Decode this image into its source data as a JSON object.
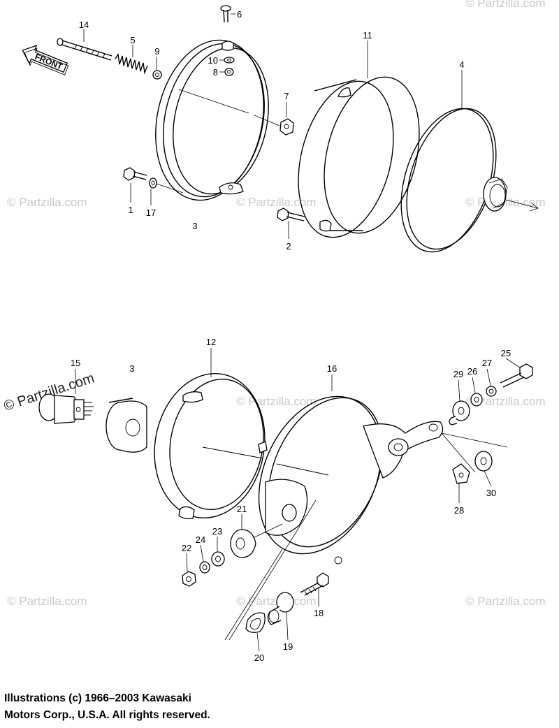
{
  "diagram": {
    "front_label": "FRONT",
    "watermark": "© Partzilla.com",
    "callouts": {
      "p1": "1",
      "p2": "2",
      "p3": "3",
      "p3b": "3",
      "p4": "4",
      "p5": "5",
      "p6": "6",
      "p7": "7",
      "p8": "8",
      "p9": "9",
      "p10": "10",
      "p11": "11",
      "p12": "12",
      "p14": "14",
      "p15": "15",
      "p16": "16",
      "p17": "17",
      "p18": "18",
      "p19": "19",
      "p20": "20",
      "p21": "21",
      "p22": "22",
      "p23": "23",
      "p24": "24",
      "p25": "25",
      "p26": "26",
      "p27": "27",
      "p28": "28",
      "p29": "29",
      "p30": "30"
    }
  },
  "footer": {
    "line1": "Illustrations (c) 1966–2003 Kawasaki",
    "line2": "Motors Corp., U.S.A.  All rights reserved."
  }
}
